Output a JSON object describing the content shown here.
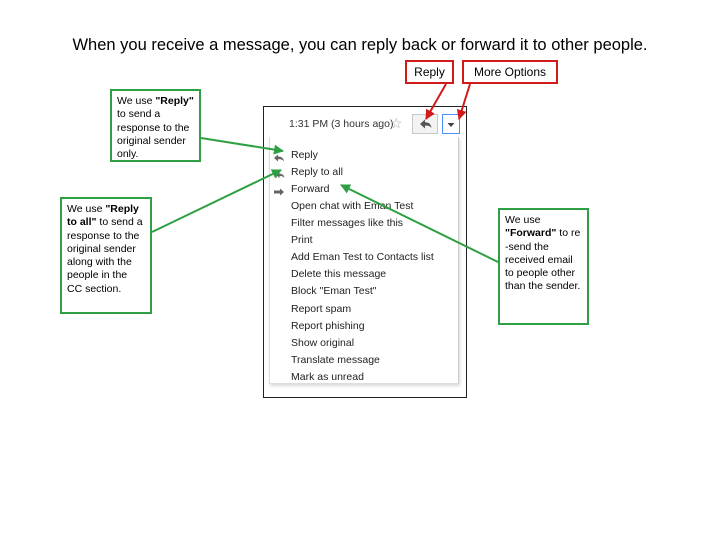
{
  "title": "When you receive a message, you can reply back or forward it to other people.",
  "labels": {
    "reply": "Reply",
    "more_options": "More Options"
  },
  "callouts": {
    "reply": {
      "pre": "We use ",
      "bold": "\"Reply\"",
      "post": " to send a response to the original sender only."
    },
    "reply_all": {
      "pre": "We use ",
      "bold": "\"Reply to all\"",
      "post": " to send a response to the original sender along with the people in the CC section."
    },
    "forward": {
      "pre": "We use ",
      "bold": "\"Forward\"",
      "post": " to re -send the received email to people other than the sender."
    }
  },
  "screenshot": {
    "time": "1:31 PM (3 hours ago)",
    "star": "☆",
    "menu": [
      "Reply",
      "Reply to all",
      "Forward",
      "Open chat with Eman Test",
      "Filter messages like this",
      "Print",
      "Add Eman Test to Contacts list",
      "Delete this message",
      "Block \"Eman Test\"",
      "Report spam",
      "Report phishing",
      "Show original",
      "Translate message",
      "Mark as unread"
    ]
  },
  "colors": {
    "red": "#d11a1a",
    "green": "#2ea043"
  }
}
